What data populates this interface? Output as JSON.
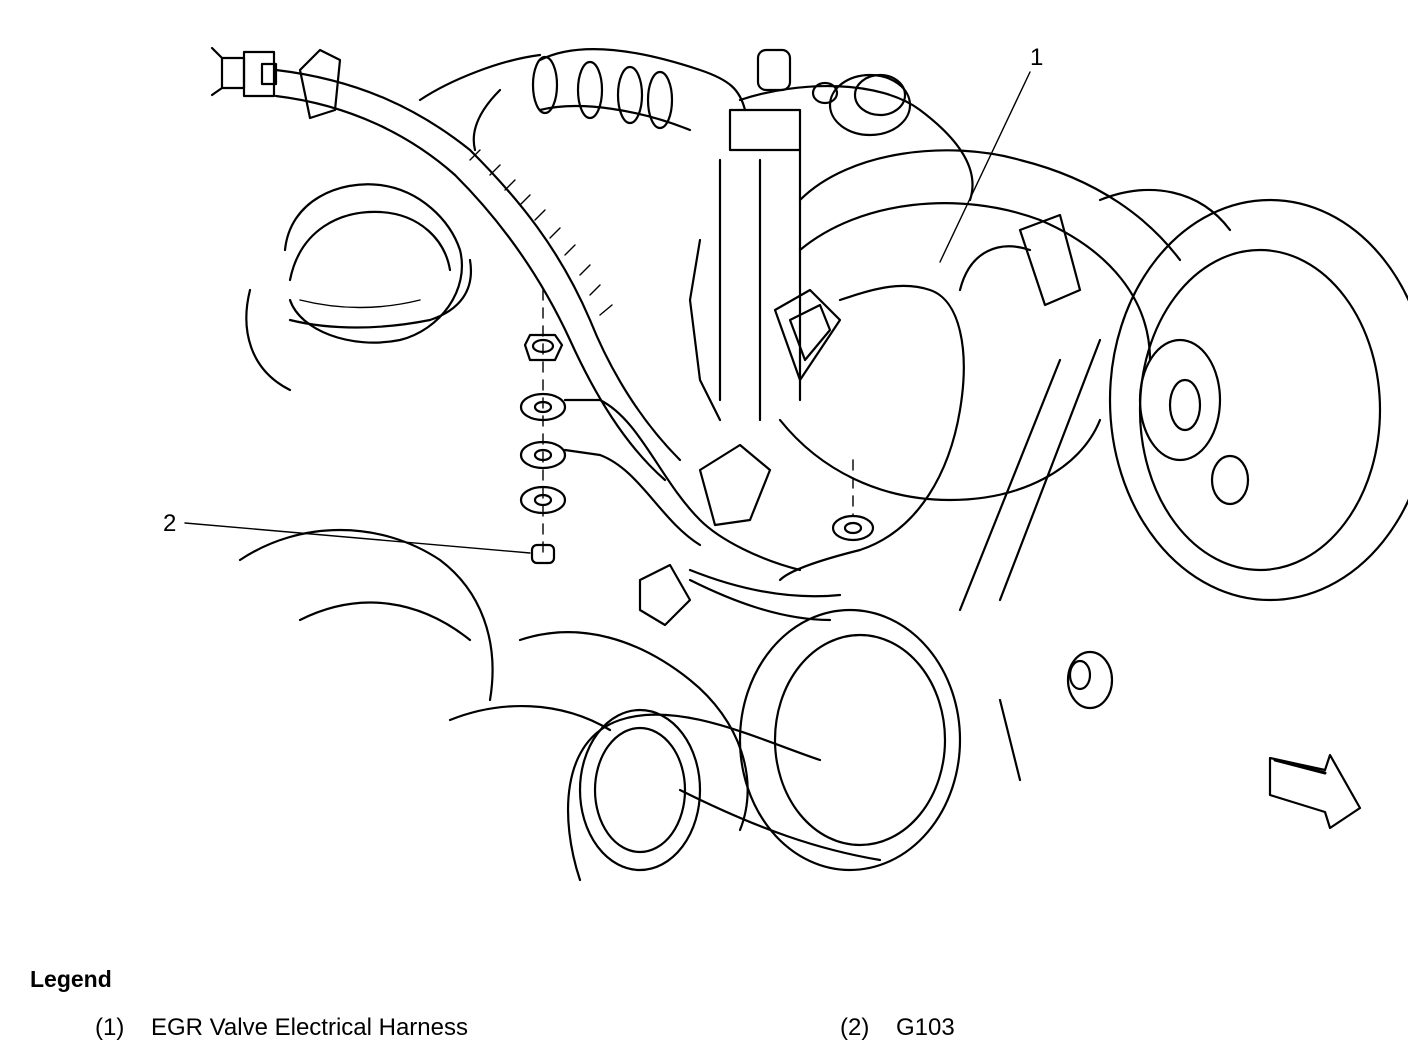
{
  "callouts": [
    {
      "id": "1",
      "label": "1"
    },
    {
      "id": "2",
      "label": "2"
    }
  ],
  "legend": {
    "title": "Legend",
    "items": [
      {
        "number": "(1)",
        "text": "EGR Valve Electrical Harness"
      },
      {
        "number": "(2)",
        "text": "G103"
      }
    ]
  }
}
